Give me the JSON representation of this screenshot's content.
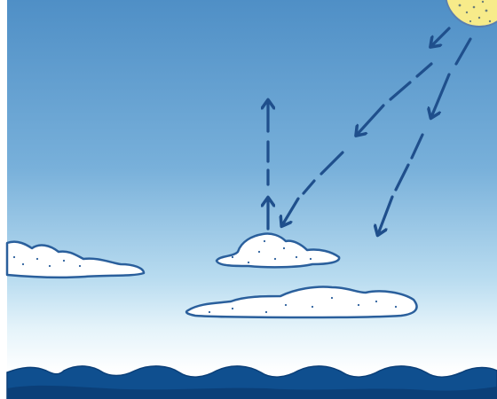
{
  "scene": {
    "elements": [
      "sun",
      "incoming-arrow",
      "reflected-arrow",
      "cloud",
      "ocean-waves"
    ]
  },
  "colors": {
    "sky_top": "#4f8fc6",
    "sky_mid": "#7fb6dd",
    "sky_low": "#cfe7f4",
    "horizon": "#ffffff",
    "arrow": "#1f4f8c",
    "cloud_fill": "#ffffff",
    "cloud_outline": "#2a5f9c",
    "ocean": "#0f4f8f",
    "ocean_dark": "#0b3f78",
    "sun": "#f7eb8a",
    "sun_outline": "#5a7fb0"
  }
}
